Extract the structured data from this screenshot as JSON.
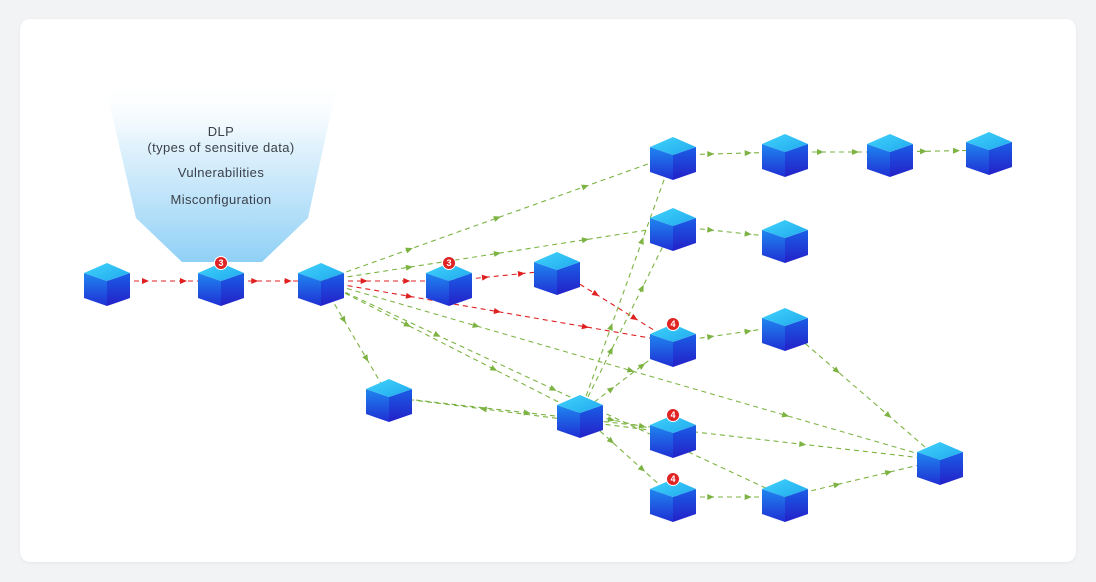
{
  "spotlight": {
    "lines": [
      "DLP",
      "(types of sensitive data)",
      "Vulnerabilities",
      "Misconfiguration"
    ]
  },
  "colors": {
    "background": "#f2f3f5",
    "card": "#ffffff",
    "node_top": "#2fc6f5",
    "node_left": "#1a57e0",
    "node_right": "#1f3fd6",
    "safe_path": "#7cb342",
    "attack_path": "#e02020",
    "badge": "#e02424"
  },
  "nodes": [
    {
      "id": "n1"
    },
    {
      "id": "n2",
      "badge": "3"
    },
    {
      "id": "n3"
    },
    {
      "id": "n4",
      "badge": "3"
    },
    {
      "id": "n5"
    },
    {
      "id": "n6"
    },
    {
      "id": "n7"
    },
    {
      "id": "n8"
    },
    {
      "id": "n9"
    },
    {
      "id": "n10"
    },
    {
      "id": "n11"
    },
    {
      "id": "n12",
      "badge": "4"
    },
    {
      "id": "n13"
    },
    {
      "id": "n14"
    },
    {
      "id": "n15"
    },
    {
      "id": "n16",
      "badge": "4"
    },
    {
      "id": "n17"
    },
    {
      "id": "n18",
      "badge": "4"
    },
    {
      "id": "n19"
    }
  ],
  "edges": [
    {
      "from": "n1",
      "to": "n2",
      "kind": "attack"
    },
    {
      "from": "n2",
      "to": "n3",
      "kind": "attack"
    },
    {
      "from": "n3",
      "to": "n4",
      "kind": "attack"
    },
    {
      "from": "n4",
      "to": "n5",
      "kind": "attack"
    },
    {
      "from": "n5",
      "to": "n12",
      "kind": "attack"
    },
    {
      "from": "n3",
      "to": "n12",
      "kind": "attack"
    },
    {
      "from": "n3",
      "to": "n6",
      "kind": "safe"
    },
    {
      "from": "n3",
      "to": "n10",
      "kind": "safe"
    },
    {
      "from": "n3",
      "to": "n14",
      "kind": "safe"
    },
    {
      "from": "n3",
      "to": "n19",
      "kind": "safe"
    },
    {
      "from": "n3",
      "to": "n17",
      "kind": "safe"
    },
    {
      "from": "n3",
      "to": "n15",
      "kind": "safe"
    },
    {
      "from": "n6",
      "to": "n7",
      "kind": "safe"
    },
    {
      "from": "n7",
      "to": "n8",
      "kind": "safe"
    },
    {
      "from": "n8",
      "to": "n9",
      "kind": "safe"
    },
    {
      "from": "n10",
      "to": "n11",
      "kind": "safe"
    },
    {
      "from": "n15",
      "to": "n16",
      "kind": "safe"
    },
    {
      "from": "n15",
      "to": "n18",
      "kind": "safe"
    },
    {
      "from": "n15",
      "to": "n12",
      "kind": "safe"
    },
    {
      "from": "n15",
      "to": "n10",
      "kind": "safe"
    },
    {
      "from": "n15",
      "to": "n6",
      "kind": "safe"
    },
    {
      "from": "n12",
      "to": "n13",
      "kind": "safe"
    },
    {
      "from": "n13",
      "to": "n17",
      "kind": "safe"
    },
    {
      "from": "n16",
      "to": "n14",
      "kind": "safe"
    },
    {
      "from": "n14",
      "to": "n17",
      "kind": "safe"
    },
    {
      "from": "n18",
      "to": "n19",
      "kind": "safe"
    },
    {
      "from": "n19",
      "to": "n17",
      "kind": "safe"
    }
  ]
}
